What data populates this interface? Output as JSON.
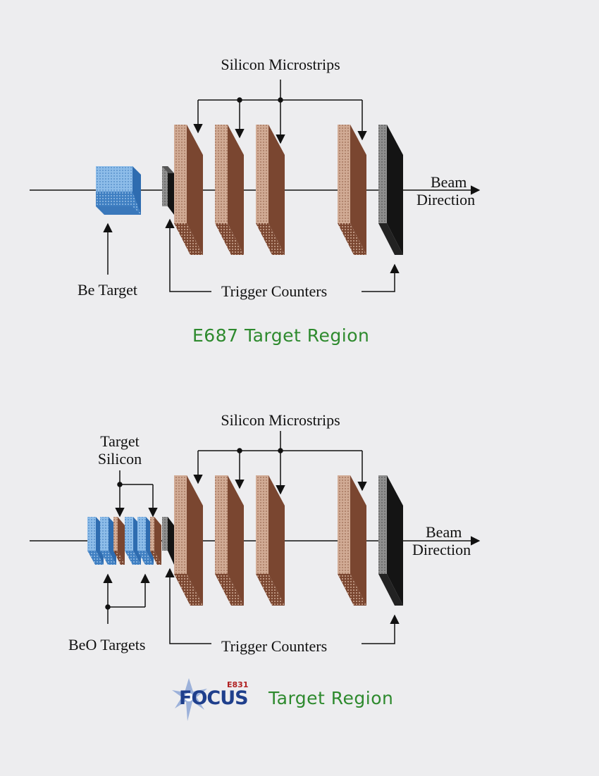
{
  "top": {
    "microstrips_label": "Silicon Microstrips",
    "target_label": "Be Target",
    "trigger_label": "Trigger Counters",
    "beam_label_line1": "Beam",
    "beam_label_line2": "Direction",
    "title": "E687 Target Region"
  },
  "bottom": {
    "microstrips_label": "Silicon Microstrips",
    "target_silicon_line1": "Target",
    "target_silicon_line2": "Silicon",
    "targets_label": "BeO Targets",
    "trigger_label": "Trigger Counters",
    "beam_label_line1": "Beam",
    "beam_label_line2": "Direction",
    "logo_top": "E831",
    "logo_word": "FOCUS",
    "title": "Target Region"
  },
  "colors": {
    "beryllium": "#5c9bd6",
    "silicon_face": "#c9a089",
    "silicon_side": "#7a4630",
    "counter_face": "#8a8a8a",
    "counter_side": "#151515",
    "title_green": "#2e8a2e"
  }
}
